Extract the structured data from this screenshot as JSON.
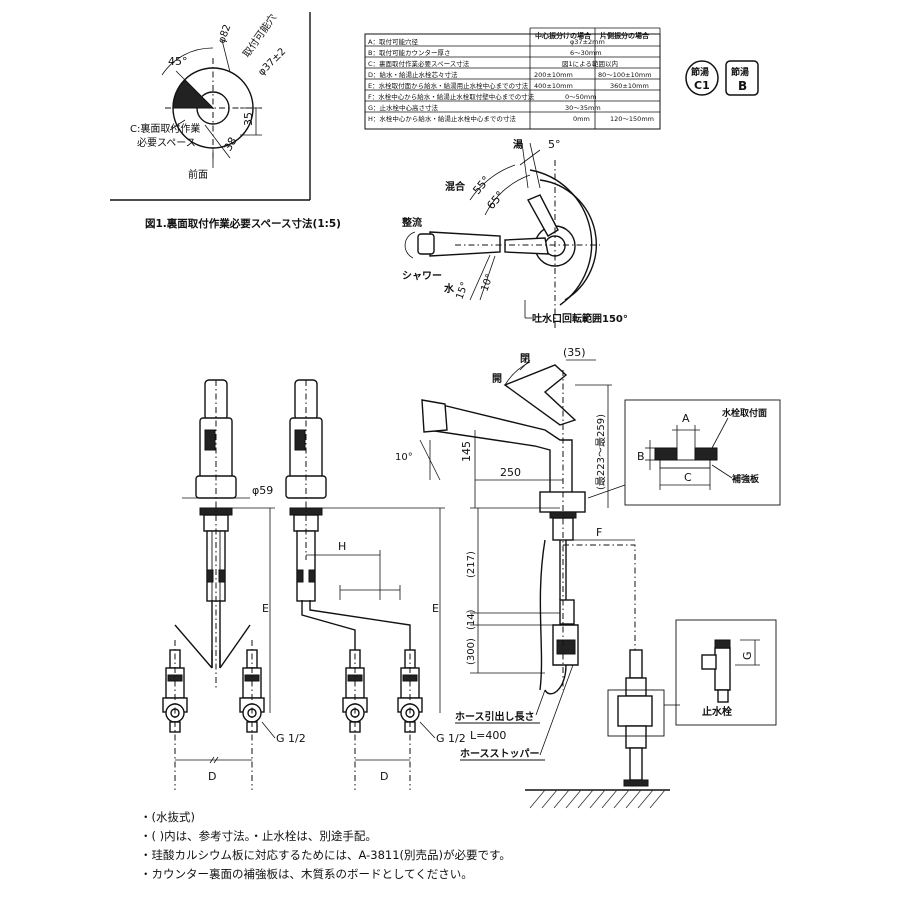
{
  "top_left_detail": {
    "angle_label": "45°",
    "dia_outer": "φ82",
    "mount_hole_label": "取付可能穴",
    "mount_hole_dia": "φ37±2",
    "dim_35": "35",
    "dim_38": "38",
    "space_label_1": "C:裏面取付作業",
    "space_label_2": "必要スペース",
    "front_label": "前面",
    "caption": "図1.裏面取付作業必要スペース寸法(1:5)"
  },
  "spec_table": {
    "col_headers": [
      "中心振分けの場合",
      "片側振分の場合"
    ],
    "rows": [
      {
        "label": "A：取付可能穴径",
        "center": "φ37±2mm",
        "side": ""
      },
      {
        "label": "B：取付可能カウンター厚さ",
        "center": "6～30mm",
        "side": ""
      },
      {
        "label": "C：裏面取付作業必要スペース寸法",
        "center": "図1による範囲以内",
        "side": ""
      },
      {
        "label": "D：給水・給湯止水栓芯々寸法",
        "center": "200±10mm",
        "side": "80～100±10mm"
      },
      {
        "label": "E：水栓取付面から給水・給湯用止水栓中心までの寸法",
        "center": "400±10mm",
        "side": "360±10mm"
      },
      {
        "label": "F：水栓中心から給水・給湯止水栓取付壁中心までの寸法",
        "center": "0～50mm",
        "side": ""
      },
      {
        "label": "G：止水栓中心高さ寸法",
        "center": "30～35mm",
        "side": ""
      },
      {
        "label": "H：水栓中心から給水・給湯止水栓中心までの寸法",
        "center": "0mm",
        "side": "120～150mm"
      }
    ]
  },
  "badges": [
    {
      "top": "節湯",
      "bottom": "C1"
    },
    {
      "top": "節湯",
      "bottom": "B"
    }
  ],
  "handle_diagram": {
    "hot": "湯",
    "angle_5": "5°",
    "mix": "混合",
    "angle_55": "55°",
    "angle_65": "65°",
    "straight": "整流",
    "shower": "シャワー",
    "cold": "水",
    "angle_15": "15°",
    "angle_10": "10°",
    "spout_range": "吐水口回転範囲150°"
  },
  "side_view": {
    "close": "閉",
    "open": "開",
    "dim_35": "(35)",
    "dim_223_259": "(最223～最259)",
    "angle_10": "10°",
    "dim_145": "145",
    "dim_250": "250",
    "dim_217": "(217)",
    "dim_14": "(14)",
    "dim_300": "(300)",
    "hose_length": "ホース引出し長さ",
    "hose_L": "L=400",
    "hose_stopper": "ホースストッパー",
    "F": "F",
    "dia_59": "φ59"
  },
  "front_views": {
    "H": "H",
    "E": "E",
    "D": "D",
    "G_thread": "G 1/2"
  },
  "counter_detail": {
    "A": "A",
    "B": "B",
    "C": "C",
    "mount_surface": "水栓取付面",
    "reinforce": "補強板"
  },
  "stop_valve_detail": {
    "G": "G",
    "label": "止水栓"
  },
  "notes": [
    "・(水抜式)",
    "・( )内は、参考寸法。・止水栓は、別途手配。",
    "・珪酸カルシウム板に対応するためには、A-3811(別売品)が必要です。",
    "・カウンター裏面の補強板は、木質系のボードとしてください。"
  ]
}
